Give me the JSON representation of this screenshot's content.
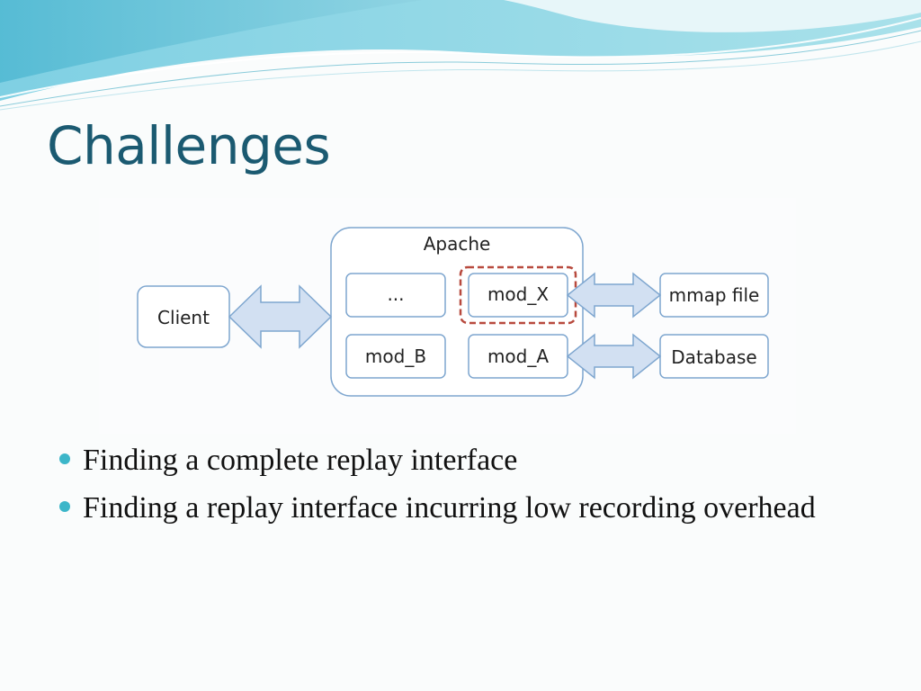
{
  "slide": {
    "title": "Challenges",
    "bullets": [
      "Finding a complete replay interface",
      "Finding a replay interface incurring low recording overhead"
    ]
  },
  "diagram": {
    "client": "Client",
    "container": "Apache",
    "modules": [
      "...",
      "mod_X",
      "mod_B",
      "mod_A"
    ],
    "highlighted_module": "mod_X",
    "external": [
      "mmap file",
      "Database"
    ]
  },
  "colors": {
    "title": "#1b5a71",
    "box_border": "#7ea6cf",
    "arrow_fill": "#d2e0f2",
    "highlight_dash": "#b84a3e",
    "bullet": "#3cb6c9"
  }
}
